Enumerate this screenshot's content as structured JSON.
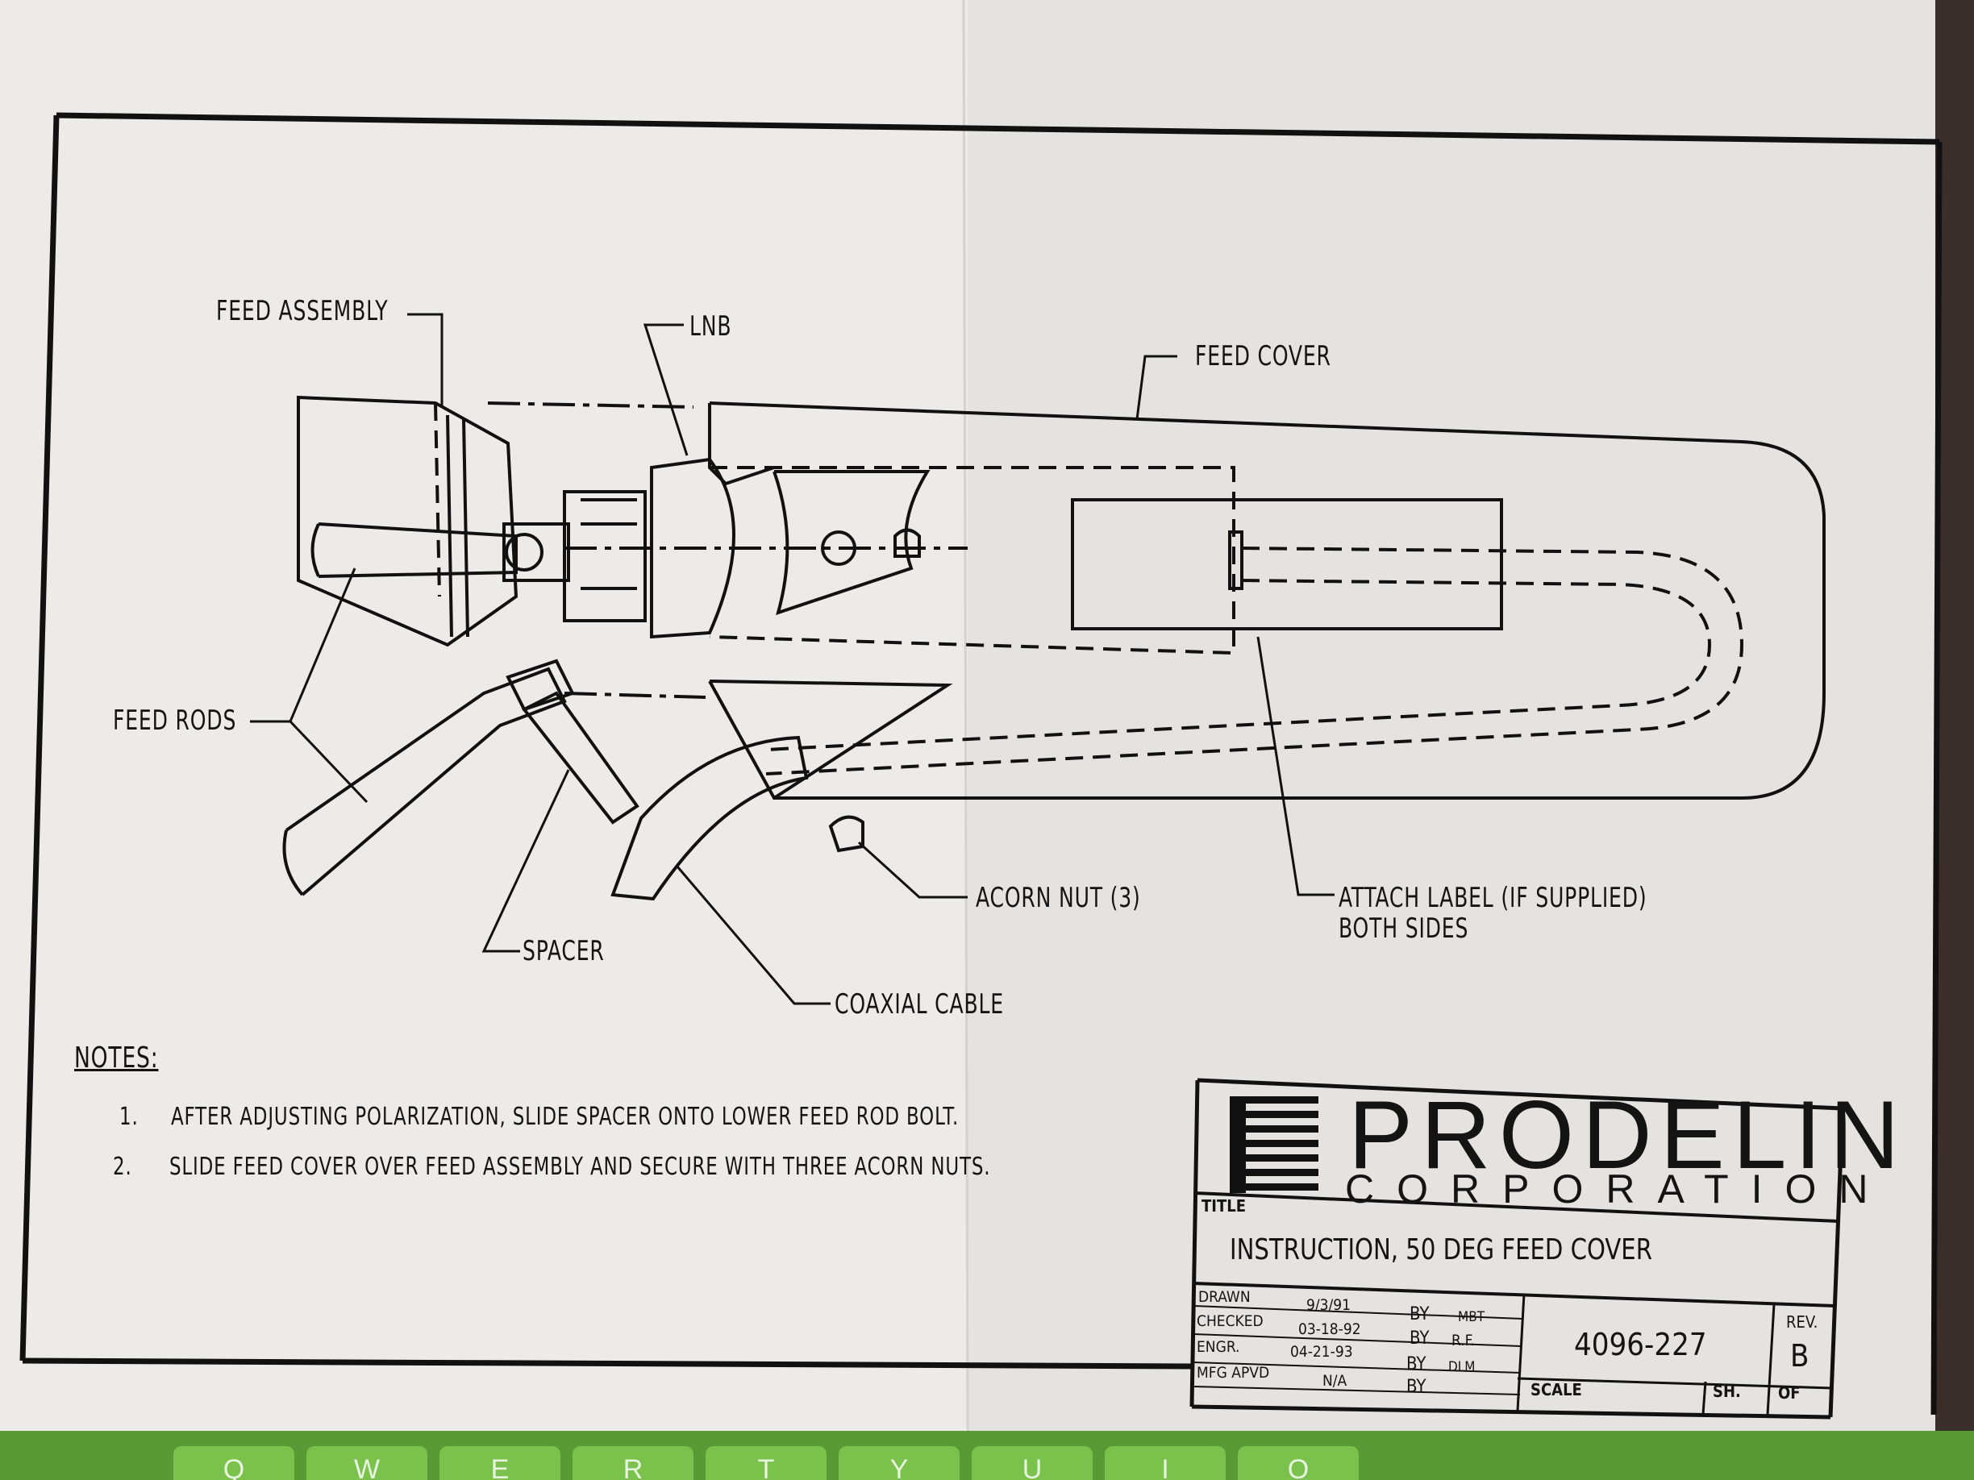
{
  "labels": {
    "feed_assembly": "FEED ASSEMBLY",
    "lnb": "LNB",
    "feed_cover": "FEED COVER",
    "feed_rods": "FEED RODS",
    "acorn_nut": "ACORN NUT (3)",
    "attach_label_line1": "ATTACH LABEL (IF SUPPLIED)",
    "attach_label_line2": "BOTH SIDES",
    "spacer": "SPACER",
    "coaxial_cable": "COAXIAL CABLE"
  },
  "notes": {
    "heading": "NOTES:",
    "items": [
      {
        "num": "1.",
        "text": "AFTER ADJUSTING POLARIZATION, SLIDE SPACER ONTO LOWER FEED ROD BOLT."
      },
      {
        "num": "2.",
        "text": "SLIDE FEED COVER OVER FEED ASSEMBLY AND SECURE WITH THREE ACORN NUTS."
      }
    ]
  },
  "title_block": {
    "company_name": "PRODELIN",
    "company_sub": "CORPORATION",
    "title_label": "TITLE",
    "title": "INSTRUCTION, 50 DEG FEED COVER",
    "rows": [
      {
        "label": "DRAWN",
        "date": "9/3/91",
        "by_label": "BY",
        "by": "MBT"
      },
      {
        "label": "CHECKED",
        "date": "03-18-92",
        "by_label": "BY",
        "by": "R.F."
      },
      {
        "label": "ENGR.",
        "date": "04-21-93",
        "by_label": "BY",
        "by": "DLM"
      },
      {
        "label": "MFG APVD",
        "date": "N/A",
        "by_label": "BY",
        "by": ""
      }
    ],
    "drawing_number": "4096-227",
    "rev_label": "REV.",
    "rev": "B",
    "scale_label": "SCALE",
    "sheet_label": "SH.",
    "of_label": "OF"
  },
  "keyboard": {
    "keys": [
      "Q",
      "W",
      "E",
      "R",
      "T",
      "Y",
      "U",
      "I",
      "O"
    ]
  }
}
